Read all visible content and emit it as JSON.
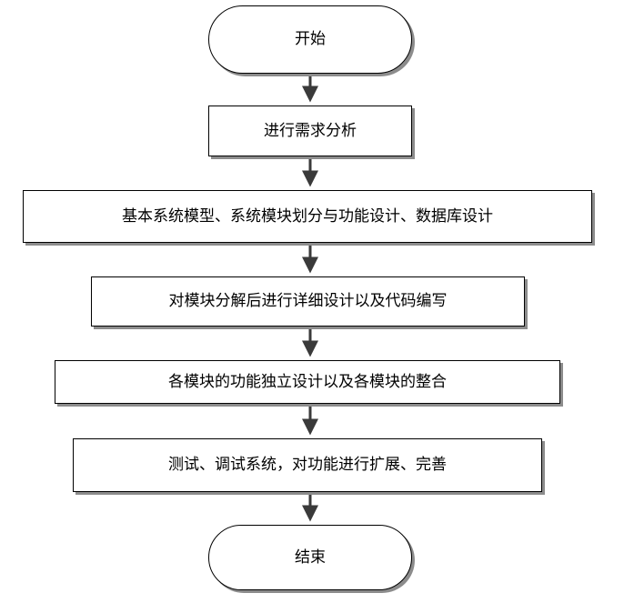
{
  "flowchart": {
    "nodes": [
      {
        "id": "start",
        "shape": "terminal",
        "label": "开始"
      },
      {
        "id": "step1",
        "shape": "process",
        "label": "进行需求分析"
      },
      {
        "id": "step2",
        "shape": "process",
        "label": "基本系统模型、系统模块划分与功能设计、数据库设计"
      },
      {
        "id": "step3",
        "shape": "process",
        "label": "对模块分解后进行详细设计以及代码编写"
      },
      {
        "id": "step4",
        "shape": "process",
        "label": "各模块的功能独立设计以及各模块的整合"
      },
      {
        "id": "step5",
        "shape": "process",
        "label": "测试、调试系统，对功能进行扩展、完善"
      },
      {
        "id": "end",
        "shape": "terminal",
        "label": "结束"
      }
    ],
    "edges": [
      {
        "from": "start",
        "to": "step1"
      },
      {
        "from": "step1",
        "to": "step2"
      },
      {
        "from": "step2",
        "to": "step3"
      },
      {
        "from": "step3",
        "to": "step4"
      },
      {
        "from": "step4",
        "to": "step5"
      },
      {
        "from": "step5",
        "to": "end"
      }
    ],
    "colors": {
      "stroke": "#000000",
      "shadow": "#8c8c8c",
      "arrow": "#3a3a3a",
      "fill": "#ffffff"
    }
  }
}
